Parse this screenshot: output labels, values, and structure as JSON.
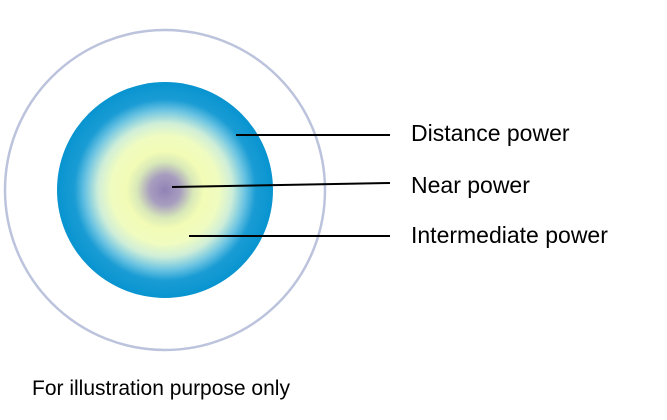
{
  "labels": {
    "distance": "Distance power",
    "near": "Near power",
    "intermediate": "Intermediate power"
  },
  "caption": "For illustration purpose only",
  "colors": {
    "outer_ring": "#bcc3dc",
    "distance_zone": "#0a96d2",
    "intermediate_zone": "#f0fcb8",
    "near_zone": "#9684b8",
    "leader_line": "#000000"
  }
}
